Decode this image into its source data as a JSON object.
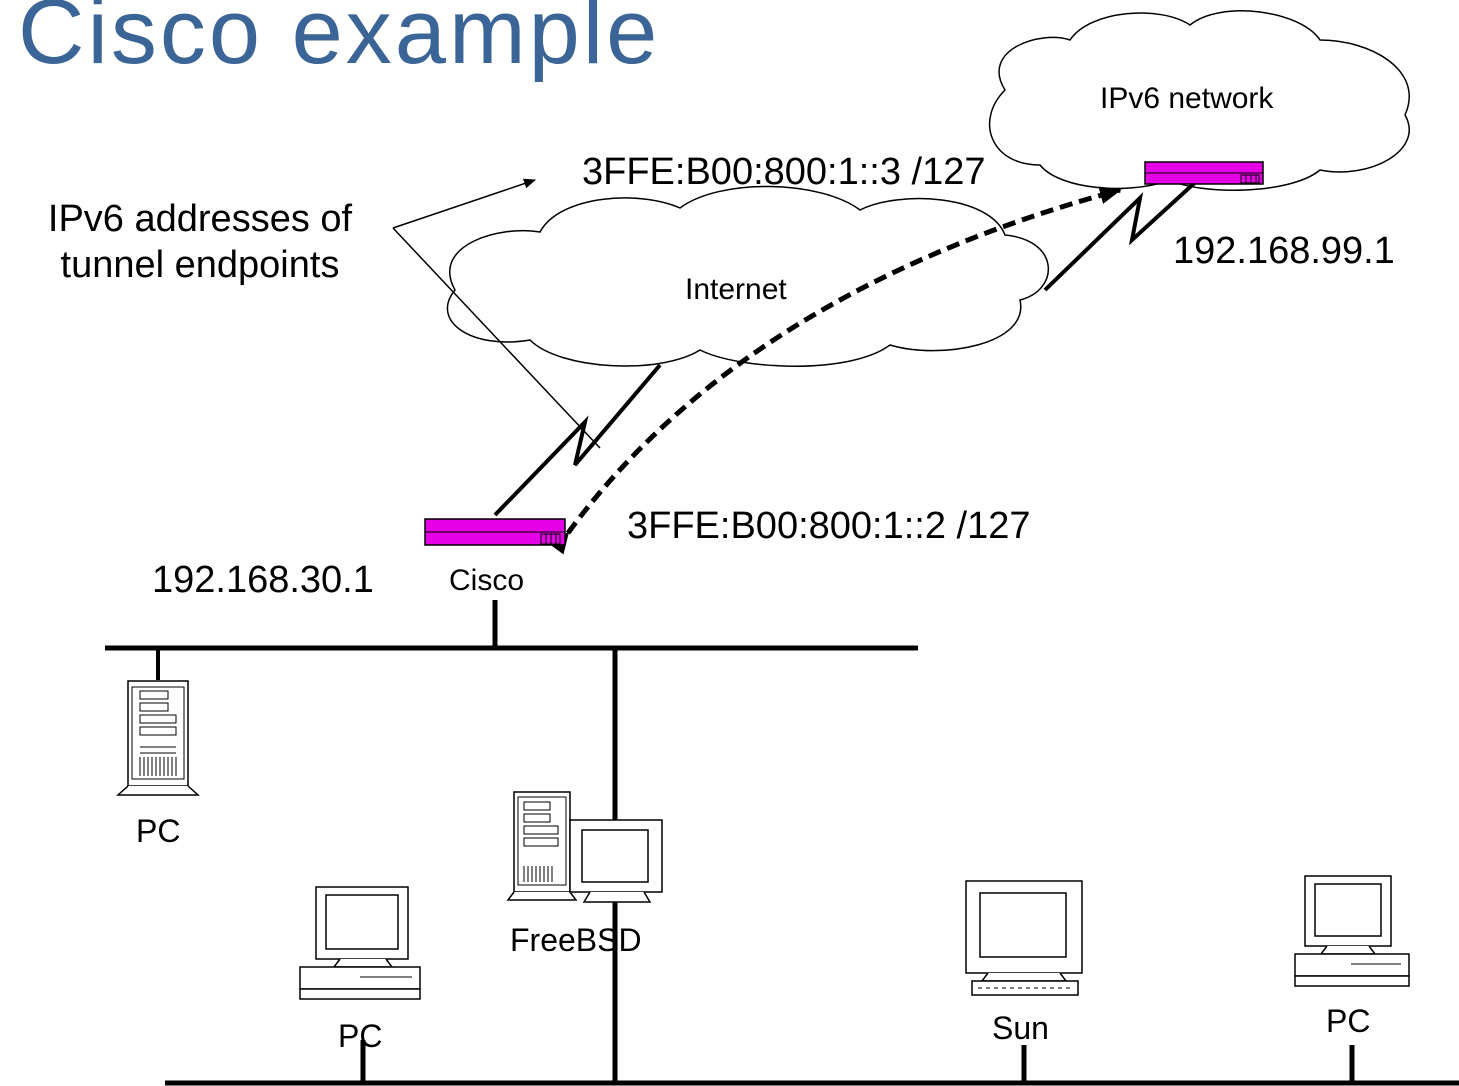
{
  "title": "Cisco example",
  "labels": {
    "ipv6_addresses": [
      "IPv6 addresses of",
      "tunnel endpoints"
    ],
    "addr_remote": "3FFE:B00:800:1::3 /127",
    "addr_local": "3FFE:B00:800:1::2 /127",
    "ip_remote": "192.168.99.1",
    "ip_local": "192.168.30.1",
    "cisco": "Cisco",
    "internet": "Internet",
    "ipv6_network": "IPv6 network",
    "pc1": "PC",
    "pc2": "PC",
    "freebsd": "FreeBSD",
    "sun": "Sun",
    "pc3": "PC"
  },
  "colors": {
    "title": "#3a6596",
    "router": "#e600e6",
    "line": "#000000"
  },
  "icons": {
    "router": "router-icon",
    "tower": "pc-tower-icon",
    "workstation": "workstation-icon"
  }
}
